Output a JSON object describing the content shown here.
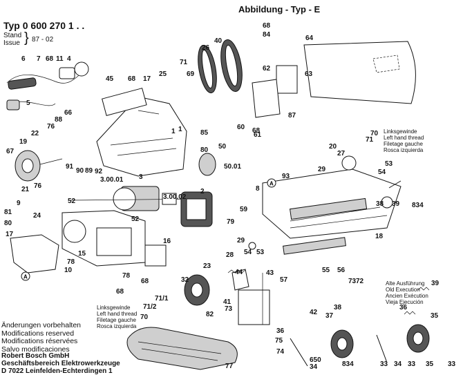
{
  "header": {
    "title": "Abbildung - Typ - E",
    "typ": "Typ 0 600 270 1 . .",
    "stand_label": "Stand",
    "issue_label": "Issue",
    "stand_value": "87 - 02"
  },
  "thread_notes": {
    "left_top": [
      "Linksgewinde",
      "Left hand thread",
      "Filetage gauche",
      "Rosca izquierda"
    ],
    "left_bottom": [
      "Linksgewinde",
      "Left hand thread",
      "Filetage gauche",
      "Rosca izquierda"
    ],
    "old_version": [
      "Alte Ausführung",
      "Old Execution",
      "Ancien Exécution",
      "Vieja Ejecución"
    ]
  },
  "footer": {
    "changes": [
      "Änderungen vorbehalten",
      "Modifications reserved",
      "Modifications réservées",
      "Salvo modificaciones"
    ],
    "company": [
      "Robert Bosch GmbH",
      "Geschäftsbereich Elektrowerkzeuge",
      "D 7022 Leinfelden-Echterdingen 1"
    ]
  },
  "parts": [
    {
      "n": "6"
    },
    {
      "n": "7"
    },
    {
      "n": "68"
    },
    {
      "n": "11"
    },
    {
      "n": "4"
    },
    {
      "n": "5"
    },
    {
      "n": "66"
    },
    {
      "n": "76"
    },
    {
      "n": "88"
    },
    {
      "n": "22"
    },
    {
      "n": "19"
    },
    {
      "n": "67"
    },
    {
      "n": "1"
    },
    {
      "n": "21"
    },
    {
      "n": "76"
    },
    {
      "n": "45"
    },
    {
      "n": "68"
    },
    {
      "n": "17"
    },
    {
      "n": "25"
    },
    {
      "n": "71"
    },
    {
      "n": "69"
    },
    {
      "n": "26"
    },
    {
      "n": "40"
    },
    {
      "n": "68"
    },
    {
      "n": "84"
    },
    {
      "n": "64"
    },
    {
      "n": "62"
    },
    {
      "n": "63"
    },
    {
      "n": "1"
    },
    {
      "n": "85"
    },
    {
      "n": "80"
    },
    {
      "n": "50"
    },
    {
      "n": "50.01"
    },
    {
      "n": "60"
    },
    {
      "n": "68"
    },
    {
      "n": "61"
    },
    {
      "n": "87"
    },
    {
      "n": "70"
    },
    {
      "n": "71"
    },
    {
      "n": "20"
    },
    {
      "n": "27"
    },
    {
      "n": "29"
    },
    {
      "n": "93"
    },
    {
      "n": "53"
    },
    {
      "n": "54"
    },
    {
      "n": "91"
    },
    {
      "n": "90"
    },
    {
      "n": "89"
    },
    {
      "n": "92"
    },
    {
      "n": "3"
    },
    {
      "n": "3.00.01"
    },
    {
      "n": "3.00.02"
    },
    {
      "n": "2"
    },
    {
      "n": "8"
    },
    {
      "n": "38"
    },
    {
      "n": "39"
    },
    {
      "n": "834"
    },
    {
      "n": "9"
    },
    {
      "n": "81"
    },
    {
      "n": "80"
    },
    {
      "n": "52"
    },
    {
      "n": "24"
    },
    {
      "n": "52"
    },
    {
      "n": "59"
    },
    {
      "n": "79"
    },
    {
      "n": "18"
    },
    {
      "n": "17"
    },
    {
      "n": "16"
    },
    {
      "n": "78"
    },
    {
      "n": "15"
    },
    {
      "n": "10"
    },
    {
      "n": "68"
    },
    {
      "n": "78"
    },
    {
      "n": "68"
    },
    {
      "n": "29"
    },
    {
      "n": "53"
    },
    {
      "n": "54"
    },
    {
      "n": "28"
    },
    {
      "n": "55"
    },
    {
      "n": "56"
    },
    {
      "n": "73"
    },
    {
      "n": "72"
    },
    {
      "n": "23"
    },
    {
      "n": "44"
    },
    {
      "n": "43"
    },
    {
      "n": "57"
    },
    {
      "n": "32"
    },
    {
      "n": "39"
    },
    {
      "n": "71/1"
    },
    {
      "n": "71/2"
    },
    {
      "n": "70"
    },
    {
      "n": "82"
    },
    {
      "n": "73"
    },
    {
      "n": "41"
    },
    {
      "n": "42"
    },
    {
      "n": "38"
    },
    {
      "n": "37"
    },
    {
      "n": "36"
    },
    {
      "n": "35"
    },
    {
      "n": "36"
    },
    {
      "n": "75"
    },
    {
      "n": "74"
    },
    {
      "n": "77"
    },
    {
      "n": "650"
    },
    {
      "n": "34"
    },
    {
      "n": "834"
    },
    {
      "n": "33"
    },
    {
      "n": "34"
    },
    {
      "n": "33"
    },
    {
      "n": "35"
    },
    {
      "n": "33"
    },
    {
      "n": "35"
    }
  ]
}
